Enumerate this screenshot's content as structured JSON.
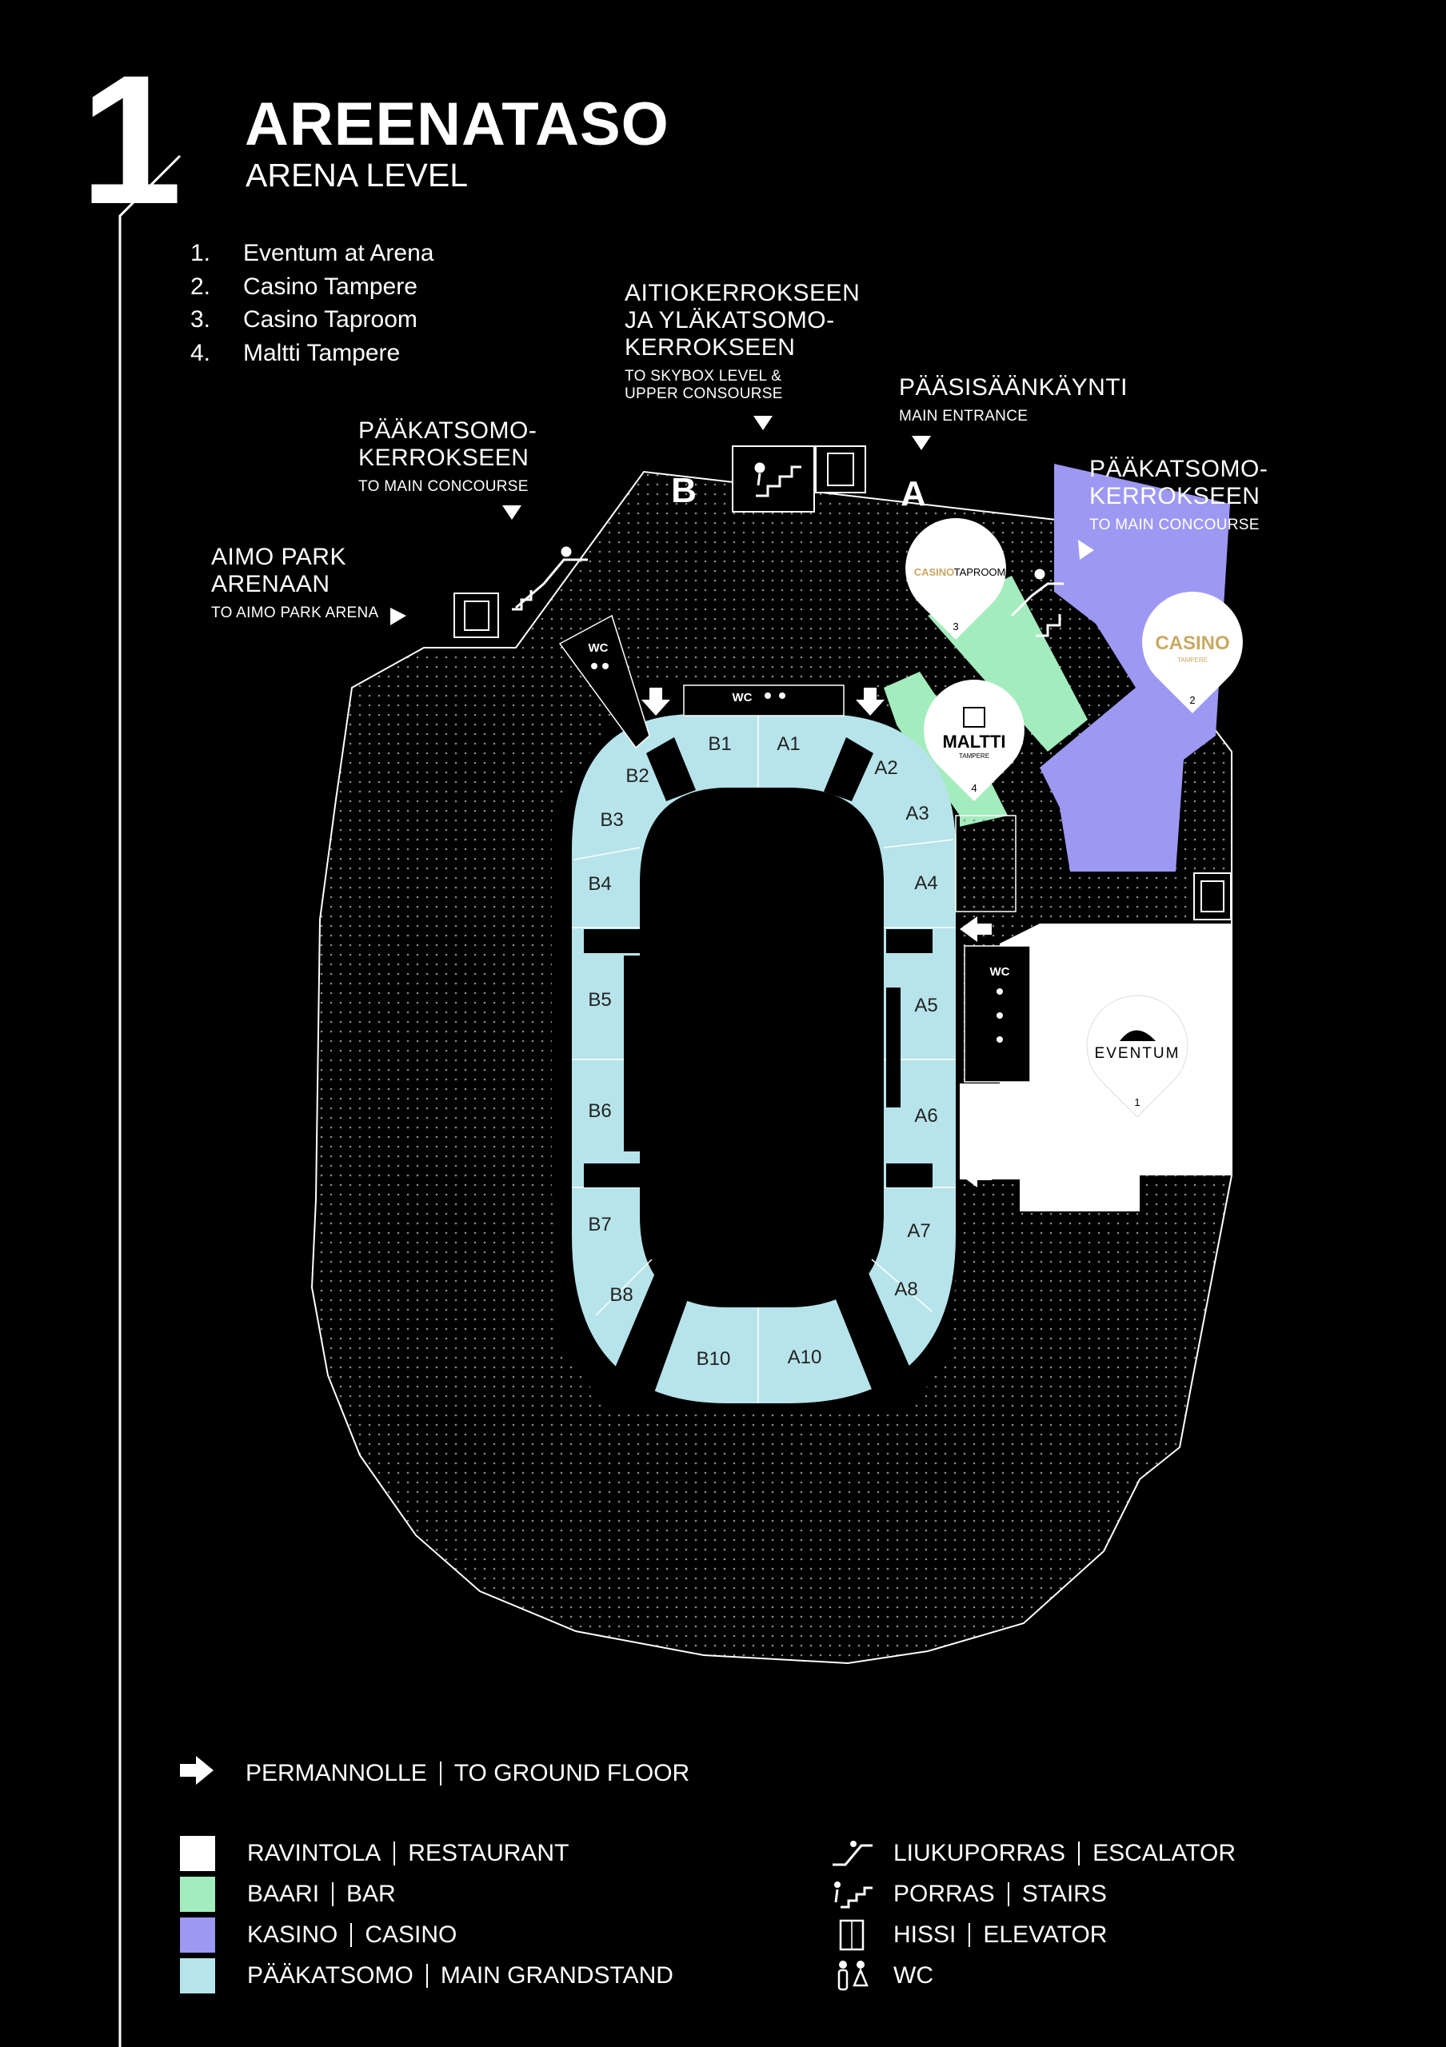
{
  "header": {
    "level_number": "1",
    "title": "AREENATASO",
    "subtitle": "ARENA LEVEL"
  },
  "venues": [
    {
      "number": "1.",
      "name": "Eventum at Arena"
    },
    {
      "number": "2.",
      "name": "Casino Tampere"
    },
    {
      "number": "3.",
      "name": "Casino Taproom"
    },
    {
      "number": "4.",
      "name": "Maltti Tampere"
    }
  ],
  "labels": {
    "skybox_fi_1": "AITIOKERROKSEEN",
    "skybox_fi_2": "JA YLÄKATSOMO-",
    "skybox_fi_3": "KERROKSEEN",
    "skybox_en_1": "TO SKYBOX LEVEL &",
    "skybox_en_2": "UPPER CONSOURSE",
    "main_entrance_fi": "PÄÄSISÄÄNKÄYNTI",
    "main_entrance_en": "MAIN ENTRANCE",
    "main_concourse_left_fi_1": "PÄÄKATSOMO-",
    "main_concourse_left_fi_2": "KERROKSEEN",
    "main_concourse_left_en": "TO MAIN CONCOURSE",
    "main_concourse_right_fi_1": "PÄÄKATSOMO-",
    "main_concourse_right_fi_2": "KERROKSEEN",
    "main_concourse_right_en": "TO MAIN CONCOURSE",
    "aimo_fi_1": "AIMO PARK",
    "aimo_fi_2": "ARENAAN",
    "aimo_en": "TO AIMO PARK ARENA",
    "zone_b": "B",
    "zone_a": "A",
    "wc": "WC"
  },
  "sections": {
    "b1": "B1",
    "b2": "B2",
    "b3": "B3",
    "b4": "B4",
    "b5": "B5",
    "b6": "B6",
    "b7": "B7",
    "b8": "B8",
    "b10": "B10",
    "a1": "A1",
    "a2": "A2",
    "a3": "A3",
    "a4": "A4",
    "a5": "A5",
    "a6": "A6",
    "a7": "A7",
    "a8": "A8",
    "a10": "A10"
  },
  "pins": {
    "eventum": {
      "logo": "EVENTUM",
      "number": "1"
    },
    "casino": {
      "logo": "CASINO",
      "logo_sub": "TAMPERE",
      "number": "2"
    },
    "taproom": {
      "logo_a": "CASINO",
      "logo_b": "TAPROOM",
      "number": "3"
    },
    "maltti": {
      "logo": "MALTTI",
      "logo_sub": "TAMPERE",
      "number": "4"
    }
  },
  "legend": {
    "ground_floor_fi": "PERMANNOLLE",
    "ground_floor_en": "TO GROUND FLOOR",
    "restaurant_fi": "RAVINTOLA",
    "restaurant_en": "RESTAURANT",
    "bar_fi": "BAARI",
    "bar_en": "BAR",
    "casino_fi": "KASINO",
    "casino_en": "CASINO",
    "grandstand_fi": "PÄÄKATSOMO",
    "grandstand_en": "MAIN GRANDSTAND",
    "escalator_fi": "LIUKUPORRAS",
    "escalator_en": "ESCALATOR",
    "stairs_fi": "PORRAS",
    "stairs_en": "STAIRS",
    "elevator_fi": "HISSI",
    "elevator_en": "ELEVATOR",
    "wc": "WC"
  },
  "colors": {
    "background": "#000000",
    "restaurant": "#ffffff",
    "bar": "#a3ecbd",
    "casino": "#9d98f2",
    "grandstand": "#b7e4ea",
    "casino_gold": "#c8a961"
  }
}
